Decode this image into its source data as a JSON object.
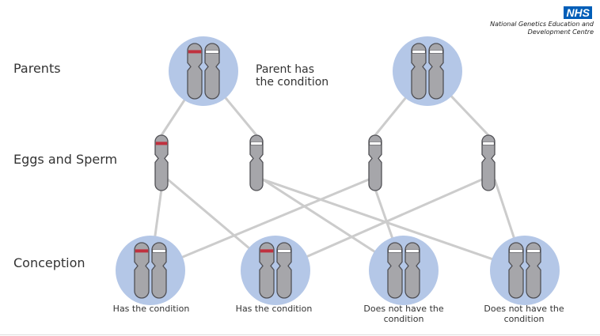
{
  "header": {
    "logo_text": "NHS",
    "org_line1": "National Genetics Education and",
    "org_line2": "Development Centre"
  },
  "rows": {
    "parents": "Parents",
    "gametes": "Eggs and Sperm",
    "conception": "Conception"
  },
  "parent_note": {
    "line1": "Parent has",
    "line2": "the condition"
  },
  "colors": {
    "circle": "#B4C7E7",
    "chromosome": "#A6A6AA",
    "chromosome_outline": "#505055",
    "affected_band": "#C0313E",
    "normal_band": "#FFFFFF",
    "link": "#CCCCCC",
    "logo": "#005EB8"
  },
  "diagram": {
    "parents": [
      {
        "id": "p1",
        "bands": [
          "affected",
          "normal"
        ]
      },
      {
        "id": "p2",
        "bands": [
          "normal",
          "normal"
        ]
      }
    ],
    "gametes": [
      {
        "id": "g1",
        "band": "affected",
        "from": "p1"
      },
      {
        "id": "g2",
        "band": "normal",
        "from": "p1"
      },
      {
        "id": "g3",
        "band": "normal",
        "from": "p2"
      },
      {
        "id": "g4",
        "band": "normal",
        "from": "p2"
      }
    ],
    "children": [
      {
        "id": "c1",
        "bands": [
          "affected",
          "normal"
        ],
        "label_line1": "Has the condition",
        "label_line2": "",
        "from": [
          "g1",
          "g3"
        ]
      },
      {
        "id": "c2",
        "bands": [
          "affected",
          "normal"
        ],
        "label_line1": "Has the condition",
        "label_line2": "",
        "from": [
          "g1",
          "g4"
        ]
      },
      {
        "id": "c3",
        "bands": [
          "normal",
          "normal"
        ],
        "label_line1": "Does not have the",
        "label_line2": "condition",
        "from": [
          "g2",
          "g3"
        ]
      },
      {
        "id": "c4",
        "bands": [
          "normal",
          "normal"
        ],
        "label_line1": "Does not have the",
        "label_line2": "condition",
        "from": [
          "g2",
          "g4"
        ]
      }
    ]
  }
}
